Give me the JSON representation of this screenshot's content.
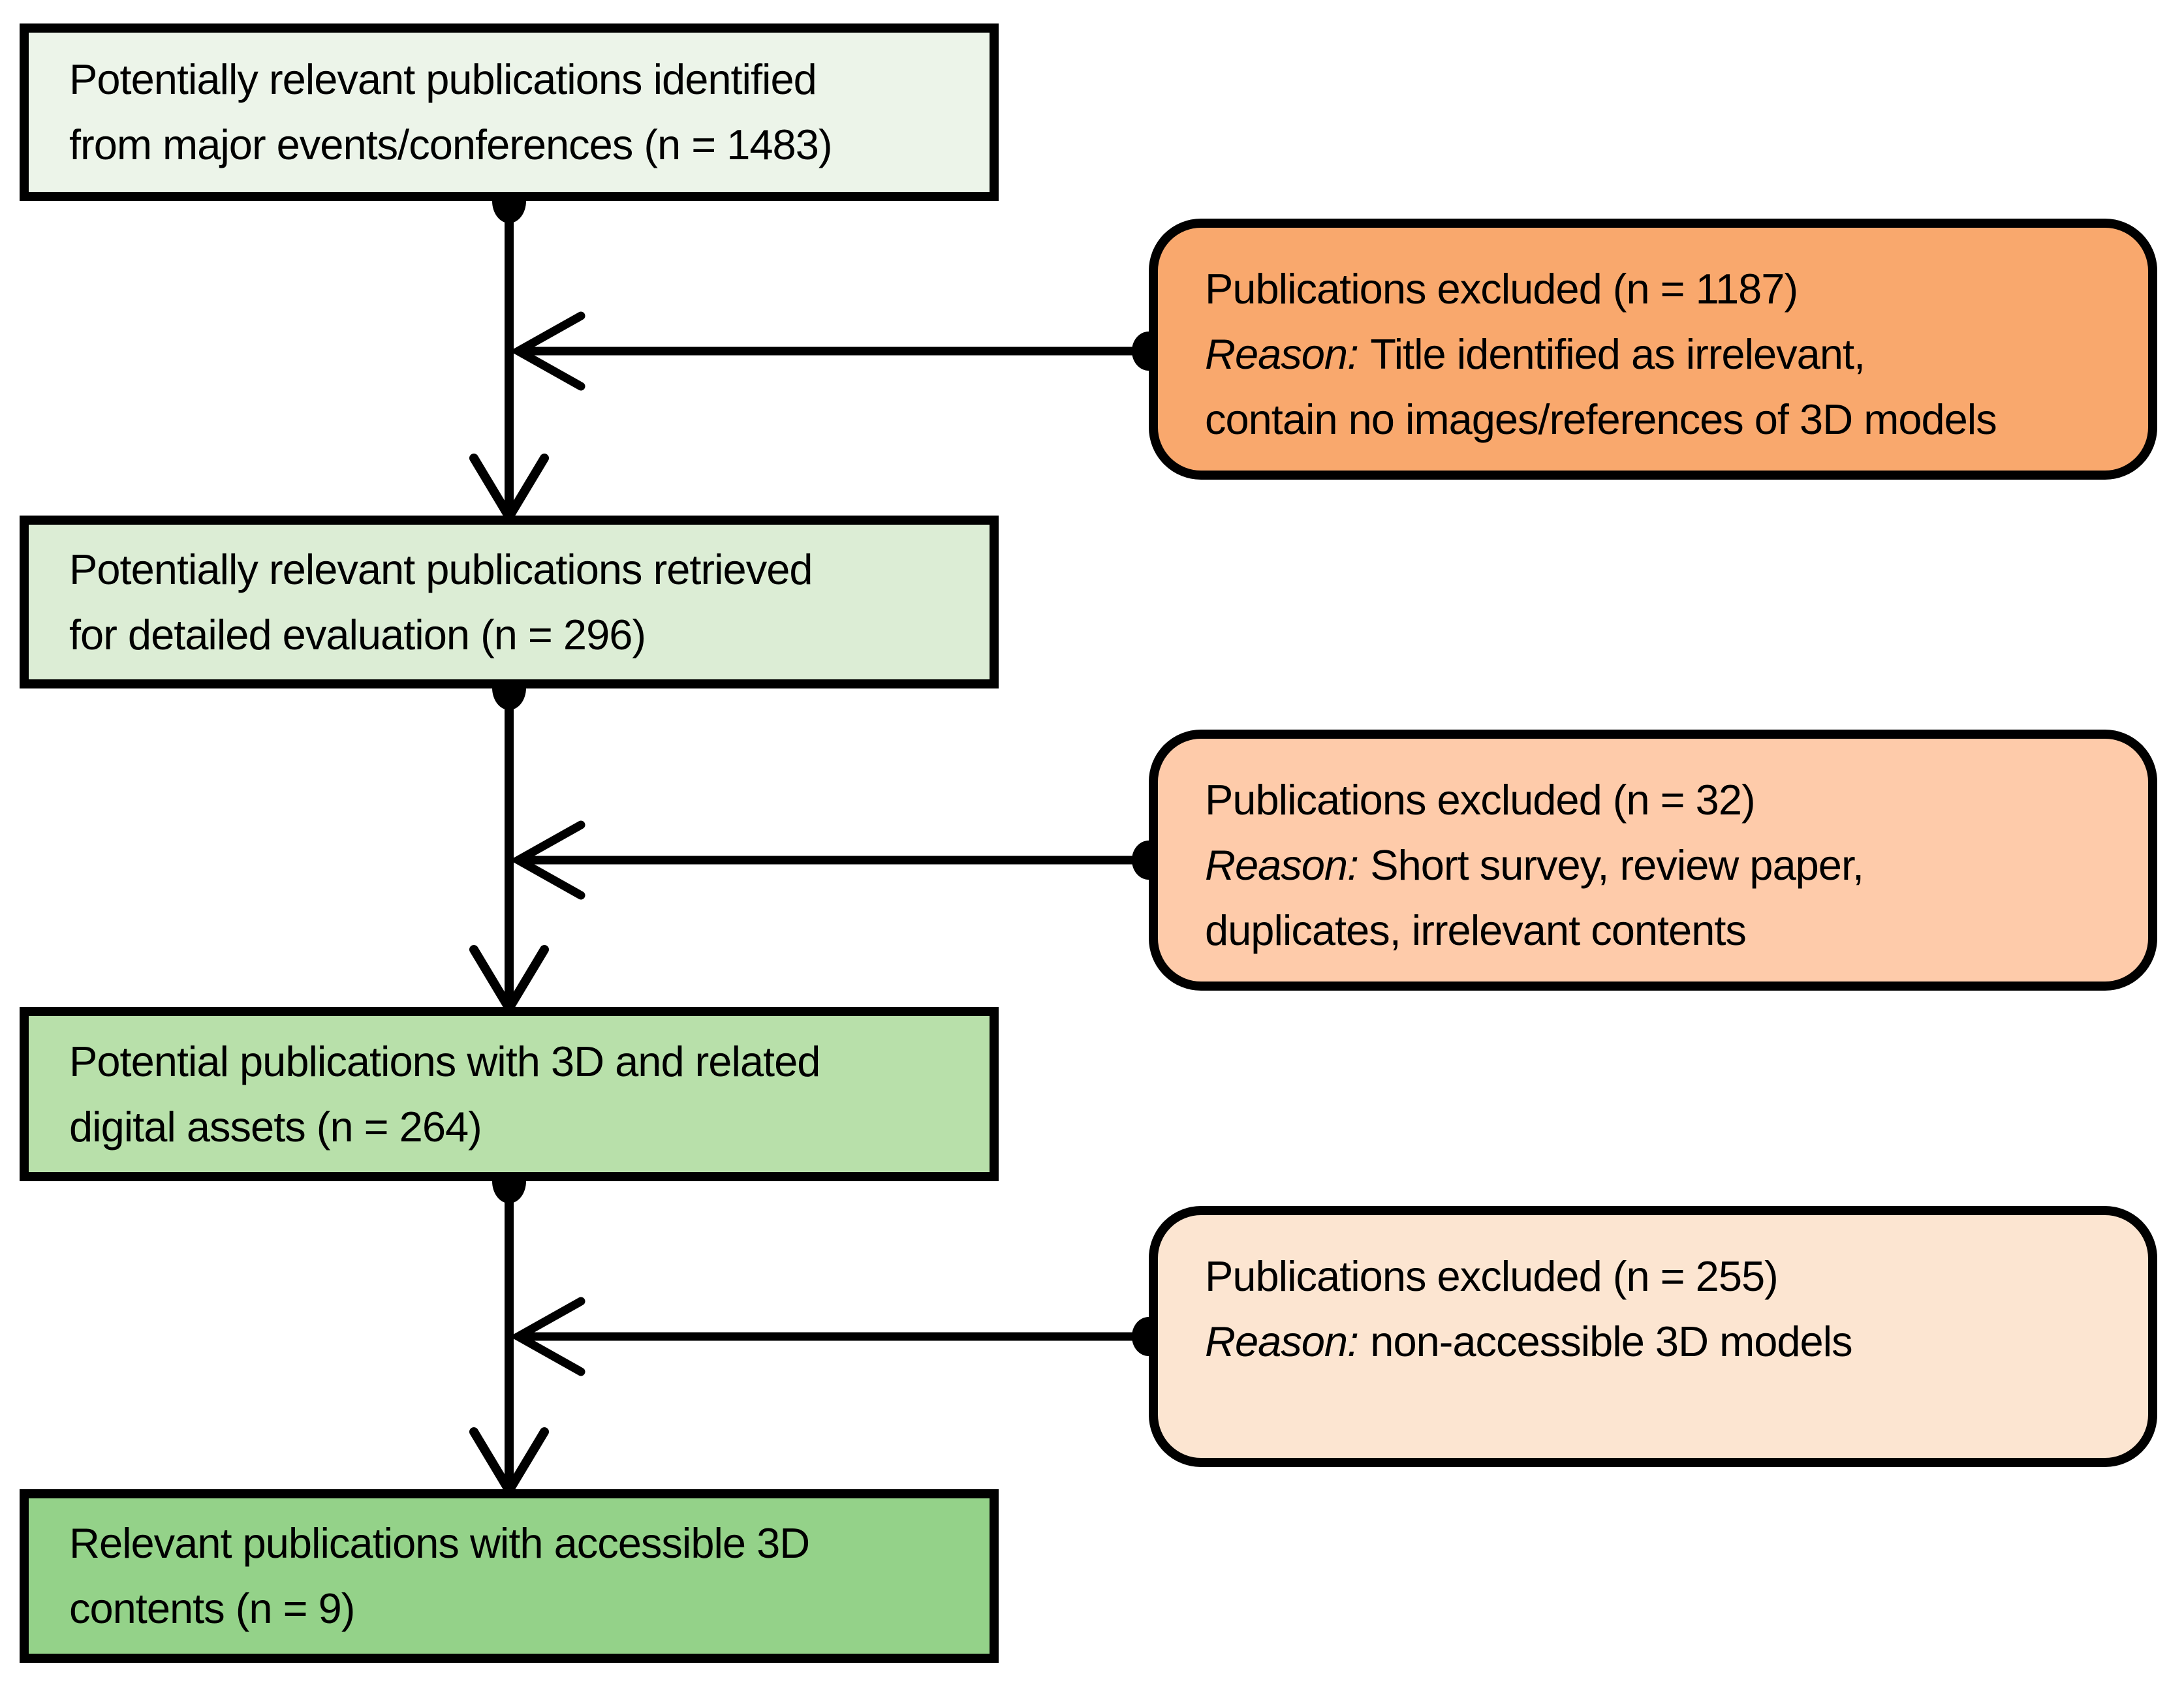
{
  "flow_boxes": [
    {
      "id": "identified",
      "line1": "Potentially relevant publications identified",
      "line2": "from major events/conferences (n = 1483)",
      "count": "1483",
      "fill": "#ecf4e9"
    },
    {
      "id": "retrieved",
      "line1": "Potentially relevant publications retrieved",
      "line2": "for detailed evaluation (n = 296)",
      "count": "296",
      "fill": "#dcedd5"
    },
    {
      "id": "with-3d-assets",
      "line1": "Potential publications with 3D and related",
      "line2": "digital assets (n = 264)",
      "count": "264",
      "fill": "#b8e0aa"
    },
    {
      "id": "relevant-accessible",
      "line1": "Relevant publications with accessible 3D",
      "line2": "contents (n = 9)",
      "count": "9",
      "fill": "#94d289"
    }
  ],
  "exclusion_boxes": [
    {
      "id": "excluded-1",
      "title": "Publications excluded (n = 1187)",
      "count": "1187",
      "reason_label": "Reason:",
      "reason_line1": "Title identified as irrelevant,",
      "reason_line2": "contain no images/references of 3D models",
      "fill": "#f9a86d"
    },
    {
      "id": "excluded-2",
      "title": "Publications excluded (n = 32)",
      "count": "32",
      "reason_label": "Reason:",
      "reason_line1": "Short survey, review paper,",
      "reason_line2": "duplicates, irrelevant contents",
      "fill": "#fecbaa"
    },
    {
      "id": "excluded-3",
      "title": "Publications excluded (n = 255)",
      "count": "255",
      "reason_label": "Reason:",
      "reason_line1": "non-accessible 3D models",
      "reason_line2": "",
      "fill": "#fce5d1"
    }
  ],
  "colors": {
    "stroke": "#000000",
    "background": "#ffffff"
  }
}
